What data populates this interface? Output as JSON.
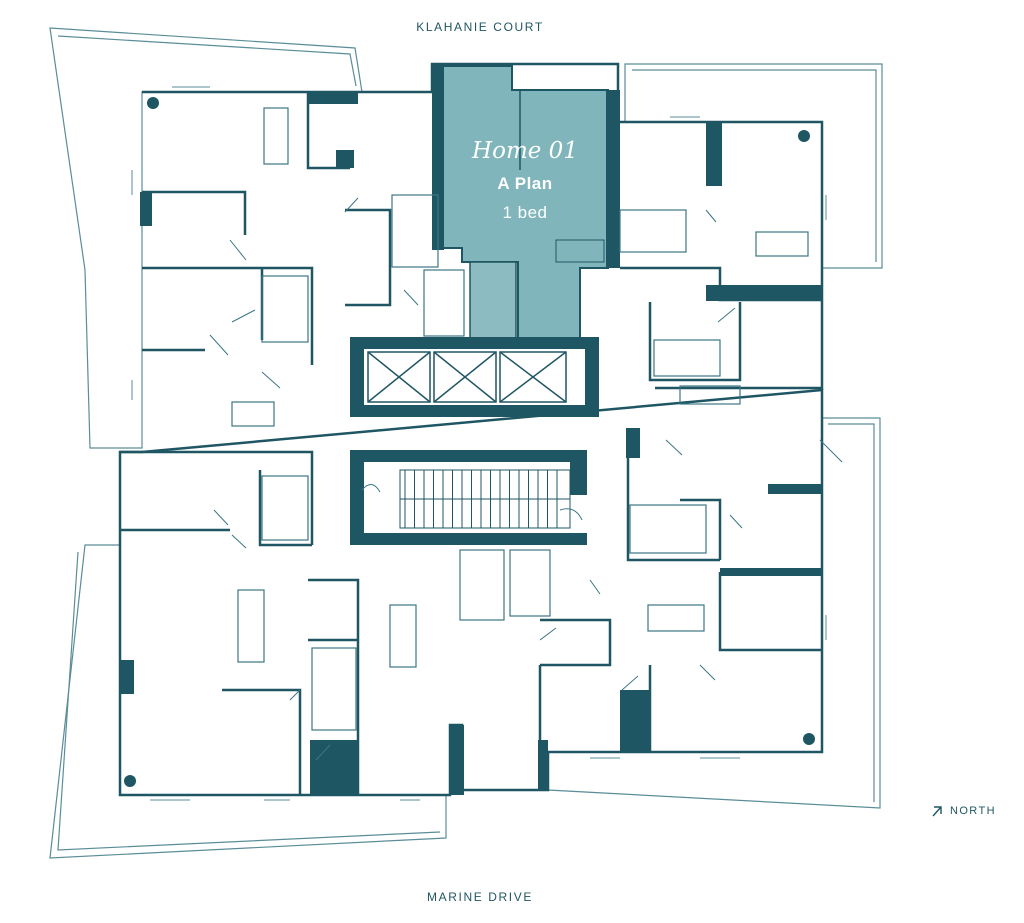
{
  "streets": {
    "top": "KLAHANIE COURT",
    "bottom": "MARINE DRIVE"
  },
  "compass": {
    "label": "NORTH",
    "icon": "north-arrow-icon"
  },
  "highlighted_unit": {
    "name": "Home 01",
    "plan": "A Plan",
    "bedrooms": "1 bed",
    "fill_color": "#7fb5bb"
  },
  "colors": {
    "wall": "#1f5663",
    "line": "#3b7684",
    "balcony": "#5a8d98",
    "highlight": "#7fb5bb"
  }
}
